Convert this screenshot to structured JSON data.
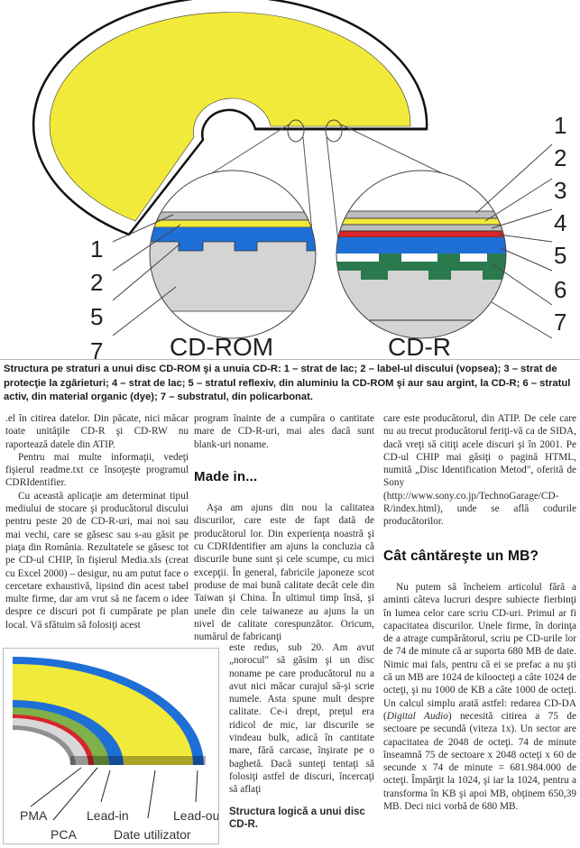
{
  "figure_top": {
    "labels_left": [
      "1",
      "2",
      "5",
      "7"
    ],
    "labels_right": [
      "1",
      "2",
      "3",
      "4",
      "5",
      "6",
      "7"
    ],
    "cdrom_label": "CD-ROM",
    "cdr_label": "CD-R",
    "colors": {
      "yellow": "#f2ea3a",
      "blue": "#1e6fd6",
      "red": "#d8262a",
      "green": "#2a7a4e",
      "gray": "#d4d4d4",
      "darkgray": "#a8a8a8"
    }
  },
  "caption": "Structura pe straturi a unui disc CD-ROM şi a unuia CD-R: 1 – strat de lac; 2 – label-ul discului (vopsea); 3 – strat de protecţie la zgârieturi; 4 – strat de lac; 5 – stratul reflexiv, din aluminiu la CD-ROM şi aur sau argint, la CD-R; 6 – stratul activ, din material organic (dye); 7 – substratul, din policarbonat.",
  "col1": {
    "paragraphs": [
      ".el în citirea datelor. Din păcate, nici măcar toate unităţile CD-R şi CD-RW nu raportează datele din ATIP.",
      "Pentru mai multe informaţii, vedeţi fişierul readme.txt ce însoţeşte programul CDRIdentifier.",
      "Cu această aplicaţie am determinat tipul mediului de stocare şi producătorul discului pentru peste 20 de CD-R-uri, mai noi sau mai vechi, care se găsesc sau s-au găsit pe piaţa din România. Rezultatele se găsesc tot pe CD-ul CHIP, în fişierul Media.xls (creat cu Excel 2000) – desigur, nu am putut face o cercetare exhaustivă, lipsind din acest tabel multe firme, dar am vrut să ne facem o idee despre ce discuri pot fi cumpărate pe plan local. Vă sfătuim să folosiţi acest"
    ]
  },
  "col2": {
    "intro": "program înainte de a cumpăra o cantitate mare de CD-R-uri, mai ales dacă sunt blank-uri noname.",
    "heading": "Made in...",
    "para1": "Aşa am ajuns din nou la calitatea discurilor, care este de fapt dată de producătorul lor. Din experienţa noastră şi cu CDRIdentifier am ajuns la concluzia că discurile bune sunt şi cele scumpe, cu mici excepţii. În general, fabricile japoneze scot produse de mai bună calitate decât cele din Taiwan şi China. În ultimul timp însă, şi unele din cele taiwaneze au ajuns la un nivel de calitate corespunzător. Oricum, numărul de fabricanţi",
    "para2": "este redus, sub 20. Am avut „norocul\" să găsim şi un disc noname pe care producătorul nu a avut nici măcar curajul să-şi scrie numele. Asta spune mult despre calitate. Ce-i drept, preţul era ridicol de mic, iar discurile se vindeau bulk, adică în cantitate mare, fără carcase, înşirate pe o baghetă. Dacă sunteţi tentaţi să folosiţi astfel de discuri, încercaţi să aflaţi",
    "figure_caption": "Structura logică a unui disc CD-R."
  },
  "col3": {
    "intro": "care este producătorul, din ATIP. De cele care nu au trecut producătorul feriţi-vă ca de SIDA, dacă vreţi să citiţi acele discuri şi în 2001. Pe CD-ul CHIP mai găsiţi o pagină HTML, numită „Disc Identification Metod\", oferită de Sony (http://www.sony.co.jp/TechnoGarage/CD-R/index.html), unde se află codurile producătorilor.",
    "heading": "Cât cântăreşte un MB?",
    "para_a": "Nu putem să încheiem articolul fără a aminti câteva lucruri despre subiecte fierbinţi în lumea celor care scriu CD-uri. Primul ar fi capacitatea discurilor. Unele firme, în dorinţa de a atrage cumpărătorul, scriu pe CD-urile lor de 74 de minute că ar suporta 680 MB de date. Nimic mai fals, pentru că ei se prefac a nu şti că un MB are 1024 de kiloocteţi a câte 1024 de octeţi, şi nu 1000 de KB a câte 1000 de octeţi. Un calcul simplu arată astfel: redarea CD-DA (",
    "para_italic": "Digital Audio",
    "para_b": ") necesită citirea a 75 de sectoare pe secundă (viteza 1x). Un sector are capacitatea de 2048 de octeţi. 74 de minute înseamnă 75 de sectoare x 2048 octeţi x 60 de secunde x 74 de minute = 681.984.000 de octeţi. Împărţit la 1024, şi iar la 1024, pentru a transforma în KB şi apoi MB, obţinem 650,39 MB. Deci nici vorbă de 680 MB."
  },
  "figure_bottom": {
    "labels": [
      "PMA",
      "PCA",
      "Lead-in",
      "Date utilizator",
      "Lead-out"
    ]
  }
}
